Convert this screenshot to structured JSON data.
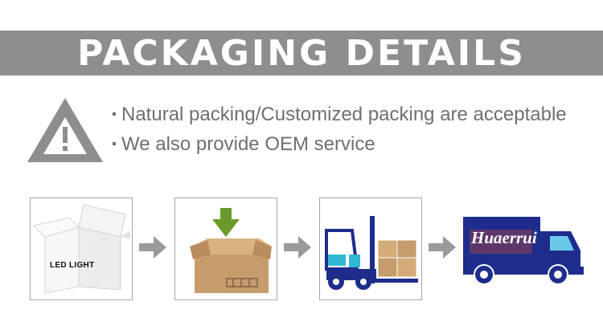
{
  "header": {
    "title": "PACKAGING DETAILS"
  },
  "notes": [
    "Natural packing/Customized packing are acceptable",
    "We also provide OEM service"
  ],
  "icons": {
    "warning": "warning-triangle-icon",
    "arrow": "arrow-right-icon"
  },
  "steps": [
    {
      "name": "led-box",
      "label": "LED LIGHT"
    },
    {
      "name": "carton-box"
    },
    {
      "name": "forklift"
    },
    {
      "name": "delivery-truck",
      "brand": "Huaerrui"
    }
  ],
  "colors": {
    "banner": "#8e8e8e",
    "text": "#6f6f6f",
    "arrow": "#9a9a9a",
    "carton": "#c69c6d",
    "down_arrow": "#6a9a2c",
    "truck": "#1e2d8c"
  }
}
